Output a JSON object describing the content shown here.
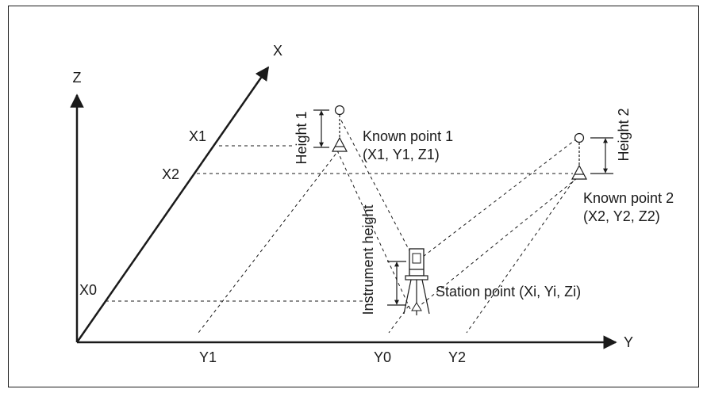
{
  "axes": {
    "x": "X",
    "y": "Y",
    "z": "Z"
  },
  "x_ticks": {
    "x1": "X1",
    "x2": "X2",
    "x0": "X0"
  },
  "y_ticks": {
    "y1": "Y1",
    "y0": "Y0",
    "y2": "Y2"
  },
  "known_point_1": {
    "name": "Known point 1",
    "coords": "(X1, Y1, Z1)",
    "height_label": "Height 1"
  },
  "known_point_2": {
    "name": "Known point 2",
    "coords": "(X2, Y2, Z2)",
    "height_label": "Height 2"
  },
  "station": {
    "label": "Station point (Xi, Yi, Zi)",
    "height_label": "Instrument height"
  }
}
